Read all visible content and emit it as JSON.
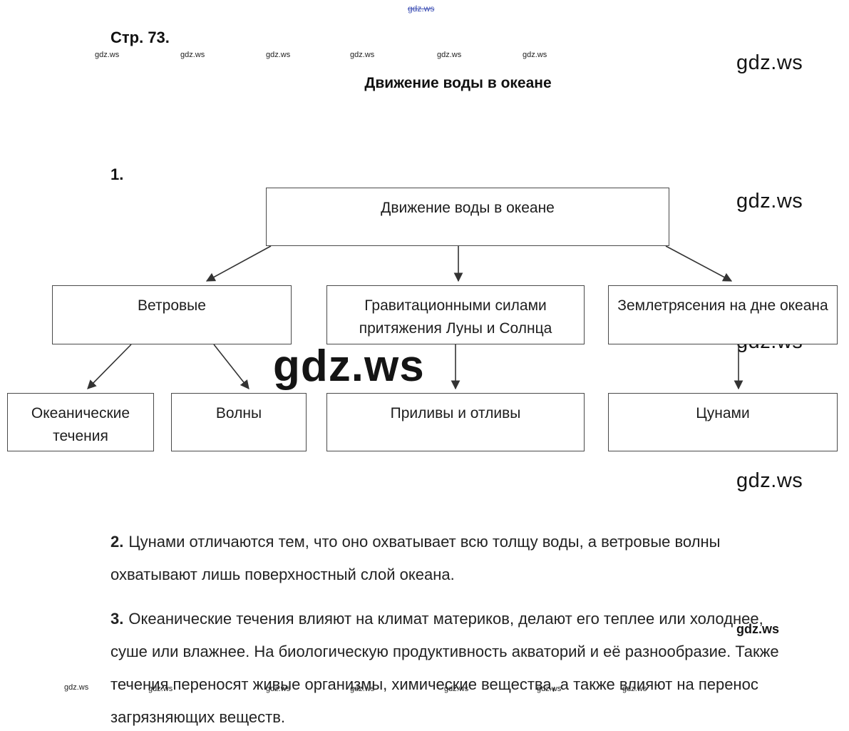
{
  "watermark": {
    "text": "gdz.ws"
  },
  "page": {
    "heading": "Стр. 73.",
    "title": "Движение воды в океане"
  },
  "diagram": {
    "root": "Движение воды в океане",
    "level1": [
      {
        "label": "Ветровые"
      },
      {
        "label": "Гравитационными силами притяжения Луны и Солнца"
      },
      {
        "label": "Землетрясения на дне океана"
      }
    ],
    "level2": [
      {
        "label": "Океанические течения"
      },
      {
        "label": "Волны"
      },
      {
        "label": "Приливы и отливы"
      },
      {
        "label": "Цунами"
      }
    ]
  },
  "items": {
    "q1_label": "1.",
    "q2_label": "2.",
    "q2_text": "Цунами отличаются тем, что оно охватывает всю толщу воды, а ветровые волны охватывают лишь поверхностный слой океана.",
    "q3_label": "3.",
    "q3_text": "Океанические течения влияют на климат материков, делают его теплее или холоднее, суше или влажнее. На биологическую продуктивность акваторий и её разнообразие. Также течения переносят живые организмы, химические вещества, а также влияют на перенос загрязняющих веществ."
  }
}
